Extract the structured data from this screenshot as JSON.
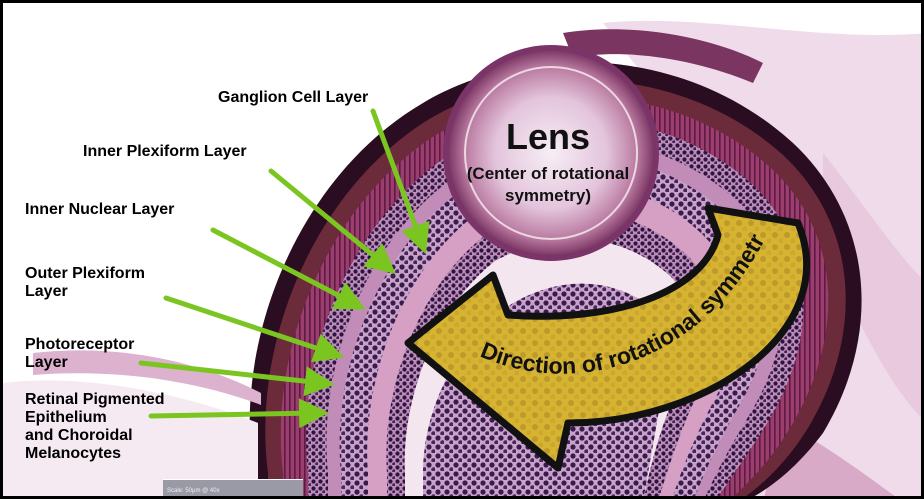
{
  "figure": {
    "lens": {
      "title": "Lens",
      "subtitle": "(Center of rotational\nsymmetry)"
    },
    "arrow_text": "Direction of rotational symmetry",
    "labels": [
      {
        "id": "ganglion",
        "text": "Ganglion Cell Layer"
      },
      {
        "id": "inner-plexiform",
        "text": "Inner Plexiform Layer"
      },
      {
        "id": "inner-nuclear",
        "text": "Inner Nuclear Layer"
      },
      {
        "id": "outer-plexiform",
        "text": "Outer Plexiform\nLayer"
      },
      {
        "id": "photoreceptor",
        "text": "Photoreceptor\nLayer"
      },
      {
        "id": "rpe",
        "text": "Retinal Pigmented\nEpithelium\nand Choroidal\nMelanocytes"
      }
    ],
    "scale_caption": "Scale: 50μm @ 40x"
  },
  "colors": {
    "label_arrow": "#7ac51f",
    "big_arrow_fill": "#d9b730",
    "big_arrow_stroke": "#111111",
    "tissue_purple": "#6e2a63",
    "lens_pink": "#d9b6d3"
  }
}
